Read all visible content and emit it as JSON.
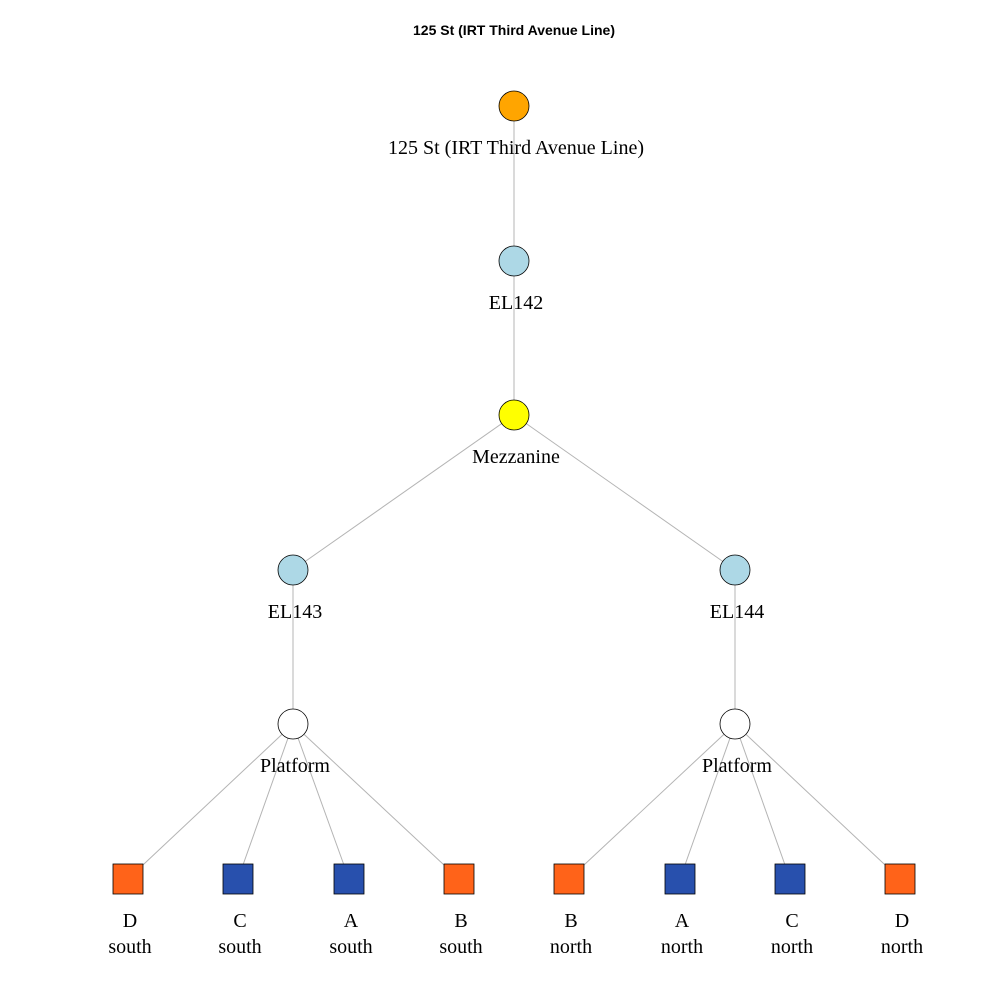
{
  "title": "125 St (IRT Third Avenue Line)",
  "colors": {
    "station": "#FFA500",
    "elevator": "#ADD8E6",
    "mezzanine": "#FFFF00",
    "platform": "#FFFFFF",
    "route_orange": "#FF6319",
    "route_blue": "#2850AD",
    "edge": "#B4B4B4"
  },
  "nodes": [
    {
      "id": "station",
      "shape": "circle",
      "color": "station",
      "label": [
        "125 St (IRT Third Avenue Line)"
      ]
    },
    {
      "id": "el142",
      "shape": "circle",
      "color": "elevator",
      "label": [
        "EL142"
      ]
    },
    {
      "id": "mezzanine",
      "shape": "circle",
      "color": "mezzanine",
      "label": [
        "Mezzanine"
      ]
    },
    {
      "id": "el143",
      "shape": "circle",
      "color": "elevator",
      "label": [
        "EL143"
      ]
    },
    {
      "id": "el144",
      "shape": "circle",
      "color": "elevator",
      "label": [
        "EL144"
      ]
    },
    {
      "id": "platform-south",
      "shape": "circle",
      "color": "platform",
      "label": [
        "Platform"
      ]
    },
    {
      "id": "platform-north",
      "shape": "circle",
      "color": "platform",
      "label": [
        "Platform"
      ]
    },
    {
      "id": "d-south",
      "shape": "square",
      "color": "route_orange",
      "label": [
        "D",
        "south"
      ]
    },
    {
      "id": "c-south",
      "shape": "square",
      "color": "route_blue",
      "label": [
        "C",
        "south"
      ]
    },
    {
      "id": "a-south",
      "shape": "square",
      "color": "route_blue",
      "label": [
        "A",
        "south"
      ]
    },
    {
      "id": "b-south",
      "shape": "square",
      "color": "route_orange",
      "label": [
        "B",
        "south"
      ]
    },
    {
      "id": "b-north",
      "shape": "square",
      "color": "route_orange",
      "label": [
        "B",
        "north"
      ]
    },
    {
      "id": "a-north",
      "shape": "square",
      "color": "route_blue",
      "label": [
        "A",
        "north"
      ]
    },
    {
      "id": "c-north",
      "shape": "square",
      "color": "route_blue",
      "label": [
        "C",
        "north"
      ]
    },
    {
      "id": "d-north",
      "shape": "square",
      "color": "route_orange",
      "label": [
        "D",
        "north"
      ]
    }
  ],
  "edges": [
    [
      "station",
      "el142"
    ],
    [
      "el142",
      "mezzanine"
    ],
    [
      "mezzanine",
      "el143"
    ],
    [
      "mezzanine",
      "el144"
    ],
    [
      "el143",
      "platform-south"
    ],
    [
      "el144",
      "platform-north"
    ],
    [
      "platform-south",
      "d-south"
    ],
    [
      "platform-south",
      "c-south"
    ],
    [
      "platform-south",
      "a-south"
    ],
    [
      "platform-south",
      "b-south"
    ],
    [
      "platform-north",
      "b-north"
    ],
    [
      "platform-north",
      "a-north"
    ],
    [
      "platform-north",
      "c-north"
    ],
    [
      "platform-north",
      "d-north"
    ]
  ]
}
